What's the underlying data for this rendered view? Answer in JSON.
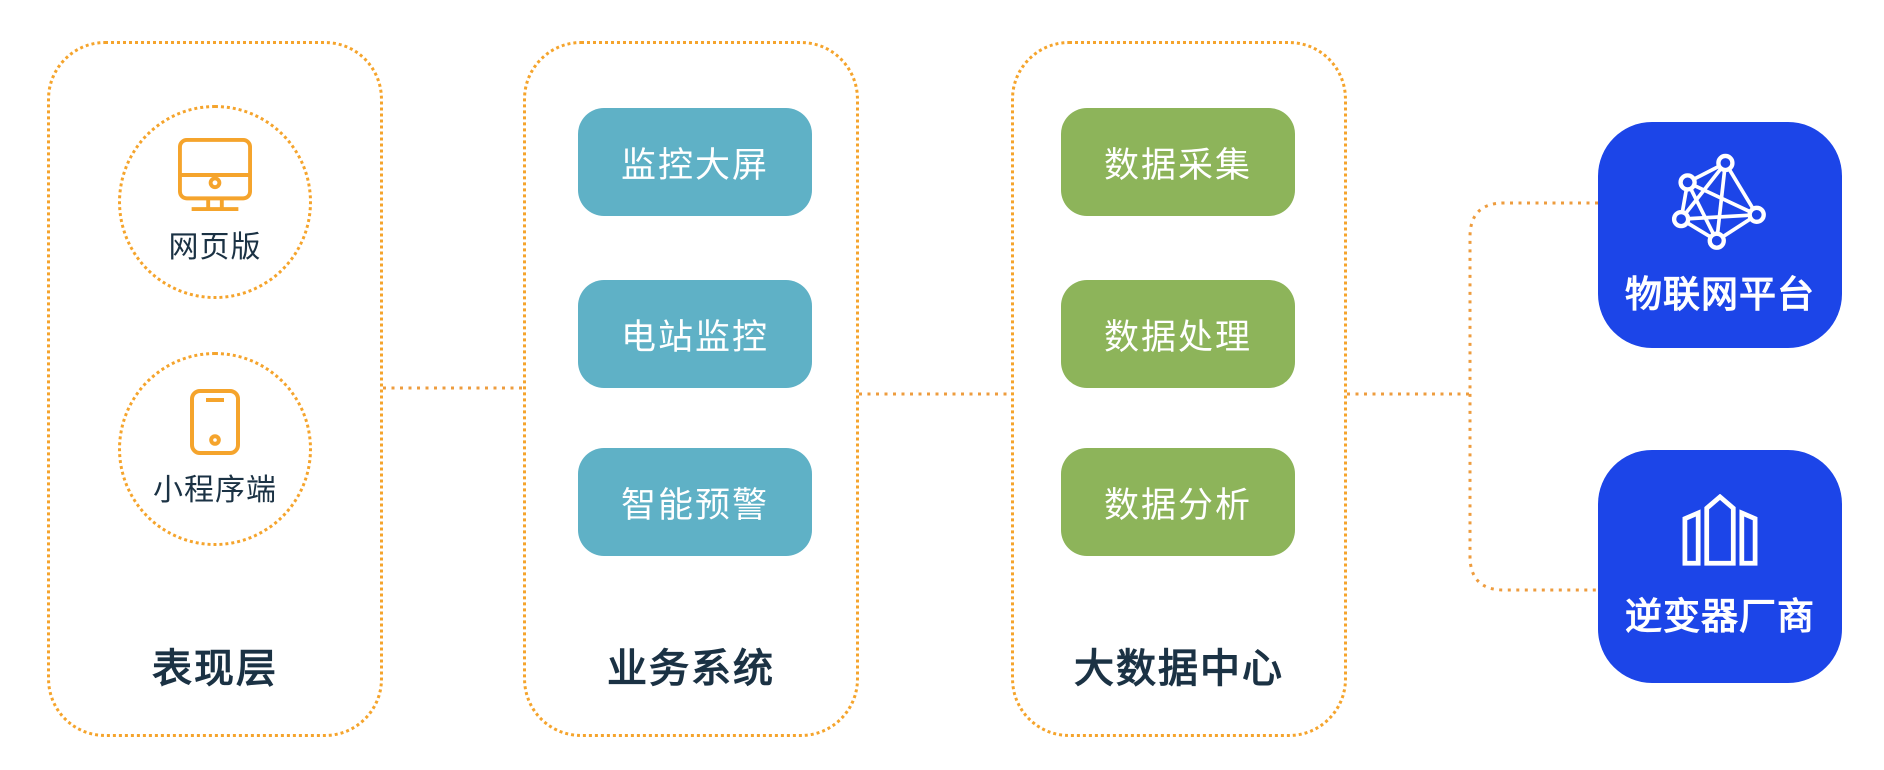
{
  "diagram_title": "solar-platform-architecture",
  "colors": {
    "accent-orange": "#F5A42C",
    "connector-orange": "#EE9C3E",
    "teal": "#5FB1C6",
    "green": "#8DB45A",
    "blue": "#1C45E8",
    "dark-text": "#1B3244",
    "white": "#FFFFFF"
  },
  "columns": [
    {
      "id": "presentation",
      "label": "表现层",
      "items": [
        {
          "label": "网页版",
          "icon": "monitor-icon"
        },
        {
          "label": "小程序端",
          "icon": "smartphone-icon"
        }
      ]
    },
    {
      "id": "business",
      "label": "业务系统",
      "items": [
        {
          "label": "监控大屏"
        },
        {
          "label": "电站监控"
        },
        {
          "label": "智能预警"
        }
      ]
    },
    {
      "id": "bigdata",
      "label": "大数据中心",
      "items": [
        {
          "label": "数据采集"
        },
        {
          "label": "数据处理"
        },
        {
          "label": "数据分析"
        }
      ]
    }
  ],
  "external_platforms": [
    {
      "label": "物联网平台",
      "icon": "network-graph-icon"
    },
    {
      "label": "逆变器厂商",
      "icon": "inverter-buildings-icon"
    }
  ]
}
